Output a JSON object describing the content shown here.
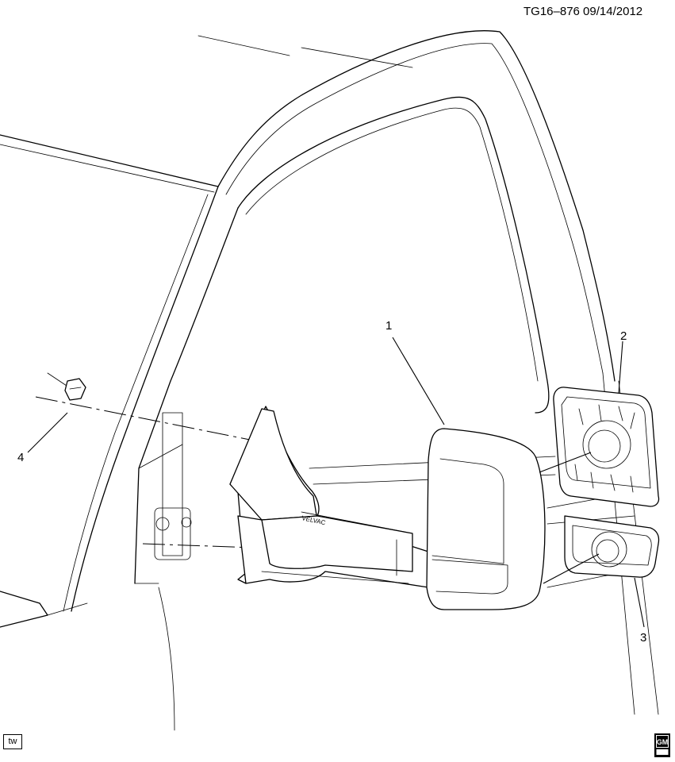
{
  "header": {
    "drawing_id": "TG16–876  09/14/2012"
  },
  "callouts": [
    {
      "number": "1",
      "part": "mirror assembly"
    },
    {
      "number": "2",
      "part": "mirror glass"
    },
    {
      "number": "3",
      "part": "lower mirror glass"
    },
    {
      "number": "4",
      "part": "nut"
    }
  ],
  "view_badge": {
    "text": "tw"
  },
  "logo": {
    "text": "GM"
  },
  "icons": {
    "logo_icon": "gm-logo-icon"
  }
}
